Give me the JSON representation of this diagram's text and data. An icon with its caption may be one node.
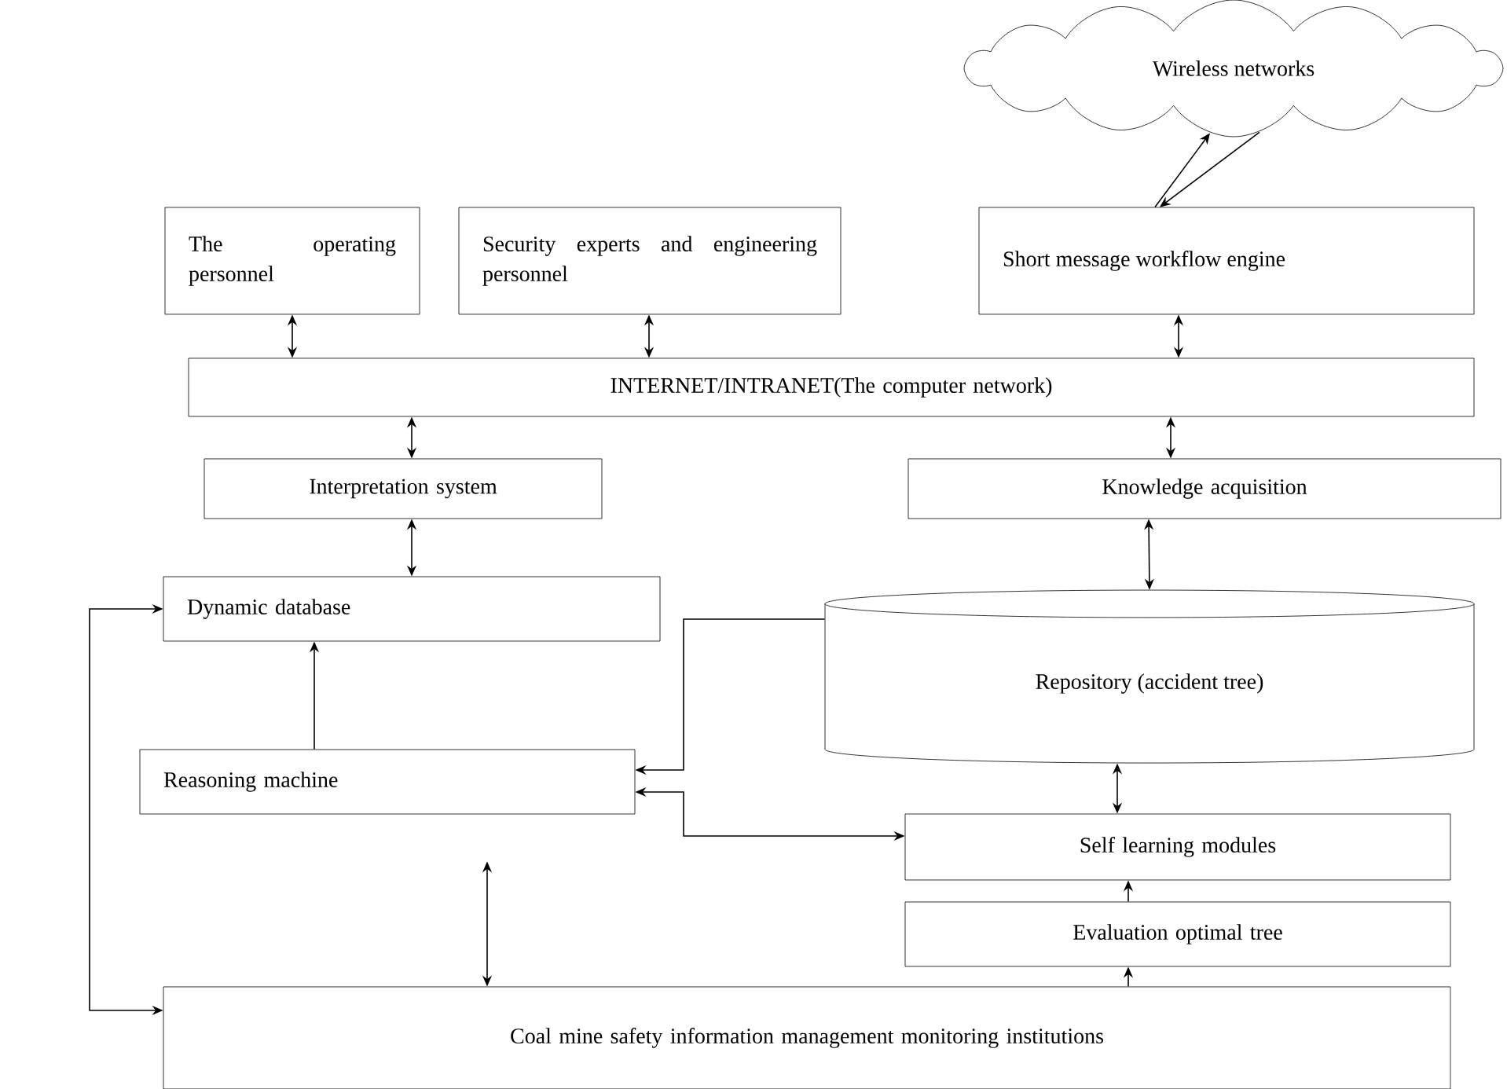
{
  "diagram": {
    "nodes": [
      {
        "text": [
          "Wireless networks"
        ]
      },
      {
        "text": [
          "The operating personnel"
        ]
      },
      {
        "text": [
          "Security experts and engineering personnel"
        ]
      },
      {
        "text": [
          "Short message workflow engine"
        ]
      },
      {
        "text": [
          "INTERNET/INTRANET(The computer network)"
        ]
      },
      {
        "text": [
          "Interpretation system"
        ]
      },
      {
        "text": [
          "Knowledge acquisition"
        ]
      },
      {
        "text": [
          "Dynamic database"
        ]
      },
      {
        "text": [
          "Repository (accident tree)"
        ]
      },
      {
        "text": [
          "Reasoning machine"
        ]
      },
      {
        "text": [
          "Self learning modules"
        ]
      },
      {
        "text": [
          "Evaluation optimal tree"
        ]
      },
      {
        "text": [
          "Coal mine safety information management monitoring institutions"
        ]
      }
    ],
    "edges": [
      {
        "from": 3,
        "to": 0,
        "arrow": "to"
      },
      {
        "from": 0,
        "to": 3,
        "arrow": "to"
      },
      {
        "from": 1,
        "to": 4,
        "arrow": "both"
      },
      {
        "from": 2,
        "to": 4,
        "arrow": "both"
      },
      {
        "from": 3,
        "to": 4,
        "arrow": "both"
      },
      {
        "from": 4,
        "to": 5,
        "arrow": "both"
      },
      {
        "from": 4,
        "to": 6,
        "arrow": "both"
      },
      {
        "from": 5,
        "to": 7,
        "arrow": "both"
      },
      {
        "from": 6,
        "to": 8,
        "arrow": "both"
      },
      {
        "from": 9,
        "to": 7,
        "arrow": "to"
      },
      {
        "from": 8,
        "to": 9,
        "arrow": "to"
      },
      {
        "from": 9,
        "to": 10,
        "arrow": "both"
      },
      {
        "from": 8,
        "to": 10,
        "arrow": "both"
      },
      {
        "from": 11,
        "to": 10,
        "arrow": "to"
      },
      {
        "from": 12,
        "to": 11,
        "arrow": "to"
      },
      {
        "from": 9,
        "to": 12,
        "arrow": "both"
      },
      {
        "from": 7,
        "to": 12,
        "arrow": "both"
      }
    ]
  }
}
